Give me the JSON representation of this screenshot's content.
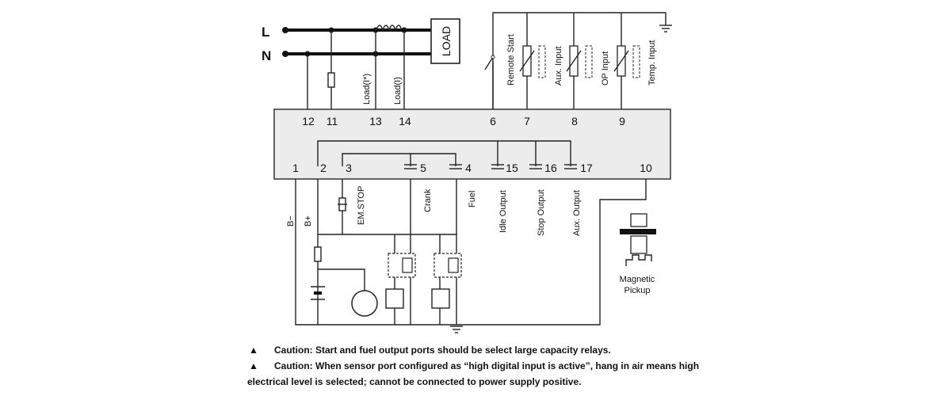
{
  "lines": {
    "l": "L",
    "n": "N"
  },
  "load_box": "LOAD",
  "load_labels": {
    "load_i_star": "Load(I*)",
    "load_i": "Load(I)"
  },
  "inputs": {
    "remote_start": "Remote Start",
    "aux_input": "Aux. Input",
    "op_input": "OP Input",
    "temp_input": "Temp. Input"
  },
  "terminals_top": [
    "12",
    "11",
    "13",
    "14",
    "6",
    "7",
    "8",
    "9"
  ],
  "terminals_bottom": [
    "1",
    "2",
    "3",
    "5",
    "4",
    "15",
    "16",
    "17",
    "10"
  ],
  "battery": {
    "minus": "B−",
    "plus": "B+"
  },
  "outputs": {
    "em_stop": "EM.STOP",
    "crank": "Crank",
    "fuel": "Fuel",
    "idle": "Idle Output",
    "stop": "Stop Output",
    "aux": "Aux. Output"
  },
  "pickup": {
    "line1": "Magnetic",
    "line2": "Pickup"
  },
  "notes": {
    "caution1": "Caution: Start and fuel output ports should be select large capacity relays.",
    "caution2": "Caution: When sensor port configured as “high digital input is active”, hang in air means high",
    "caution2_cont": "electrical level is selected; cannot be connected to power supply positive."
  },
  "icons": {
    "warning": "warning-triangle-icon",
    "ground": "ground-icon"
  }
}
